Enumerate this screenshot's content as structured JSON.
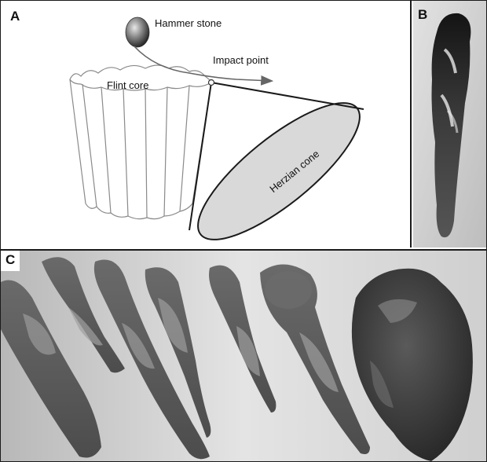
{
  "panels": {
    "a": {
      "letter": "A",
      "labels": {
        "hammer_stone": "Hammer stone",
        "impact_point": "Impact point",
        "flint_core": "Flint core",
        "herzian_cone": "Herzian cone"
      }
    },
    "b": {
      "letter": "B"
    },
    "c": {
      "letter": "C"
    }
  },
  "colors": {
    "line": "#1a1a1a",
    "core_outline": "#8a8a8a",
    "cone_fill": "#d9d9d9",
    "arrow": "#666666",
    "photo_bg": "#dedede"
  }
}
